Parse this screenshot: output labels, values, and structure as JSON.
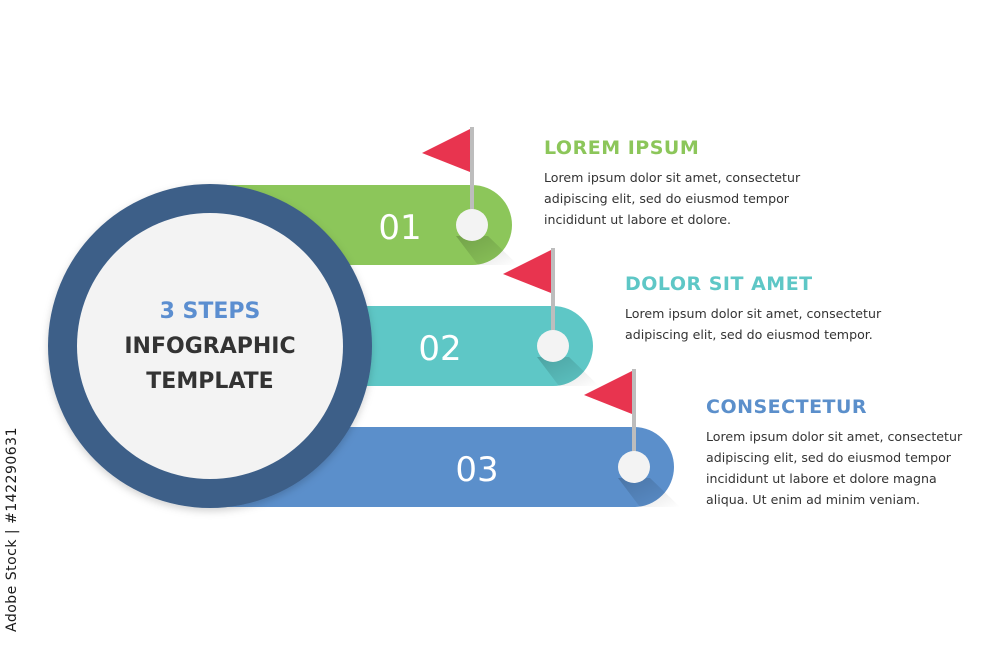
{
  "center": {
    "line1": "3 STEPS",
    "line2": "INFOGRAPHIC",
    "line3": "TEMPLATE",
    "ring_color": "#3d5f88",
    "line1_color": "#5b8ed0",
    "text_color": "#333333"
  },
  "steps": [
    {
      "number": "01",
      "title": "LOREM IPSUM",
      "body": "Lorem ipsum dolor sit amet, consectetur adipiscing elit, sed do eiusmod tempor incididunt ut labore et dolore.",
      "color": "#8cc65a"
    },
    {
      "number": "02",
      "title": "DOLOR SIT AMET",
      "body": "Lorem ipsum dolor sit amet, consectetur adipiscing elit, sed do eiusmod tempor.",
      "color": "#5ec7c6"
    },
    {
      "number": "03",
      "title": "CONSECTETUR",
      "body": "Lorem ipsum dolor sit amet, consectetur adipiscing elit, sed do eiusmod tempor incididunt ut labore et dolore magna aliqua. Ut enim ad minim veniam.",
      "color": "#5b8fcb"
    }
  ],
  "flag_color": "#e8344f",
  "watermark": "Adobe Stock | #142290631"
}
